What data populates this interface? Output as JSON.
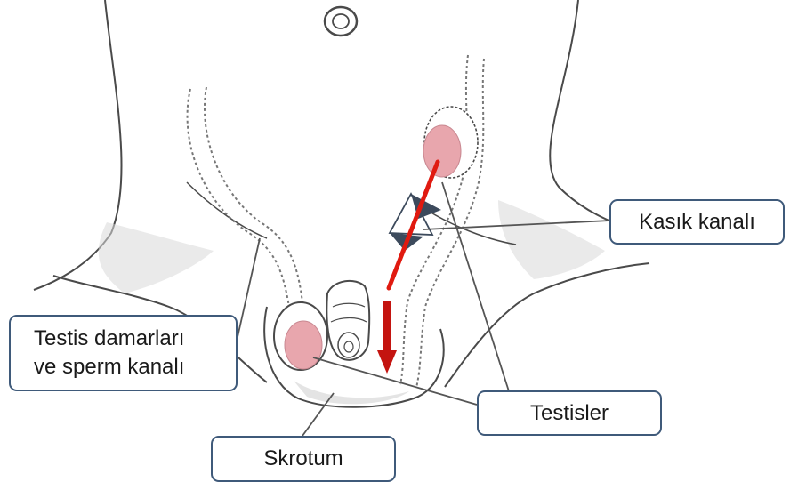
{
  "labels": {
    "inguinal_canal": "Kasık kanalı",
    "vessels_line1": "Testis damarları",
    "vessels_line2": "ve sperm kanalı",
    "testes": "Testisler",
    "scrotum": "Skrotum"
  },
  "colors": {
    "outline": "#4a4a4a",
    "shading": "#cfcfcf",
    "testis_fill": "#e8a6ad",
    "arrow": "#e01a10",
    "arrow_dark": "#b01010",
    "callout_border": "#3f5a7a",
    "leader": "#555555",
    "marker": "#3c4a5c"
  },
  "icons": [
    "descent-arrow-icon",
    "canal-marker-icon"
  ]
}
